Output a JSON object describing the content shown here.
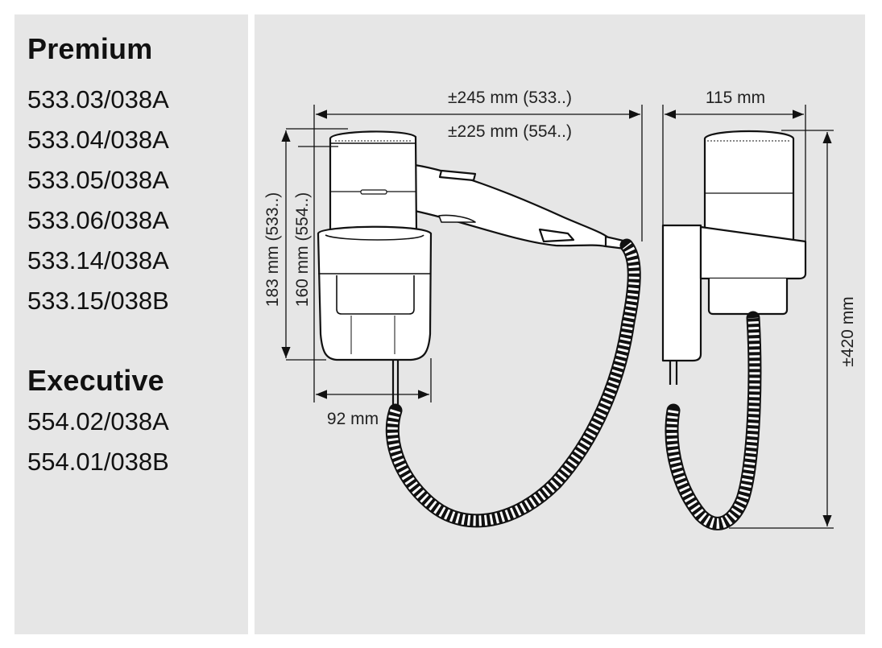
{
  "groups": [
    {
      "title": "Premium",
      "models": [
        "533.03/038A",
        "533.04/038A",
        "533.05/038A",
        "533.06/038A",
        "533.14/038A",
        "533.15/038B"
      ]
    },
    {
      "title": "Executive",
      "models": [
        "554.02/038A",
        "554.01/038B"
      ]
    }
  ],
  "dimensions": {
    "width_533": "±245 mm (533..)",
    "width_554": "±225 mm (554..)",
    "height_533": "183 mm (533..)",
    "height_554": "160 mm (554..)",
    "holder_width": "92 mm",
    "depth": "115 mm",
    "total_height": "±420 mm"
  }
}
